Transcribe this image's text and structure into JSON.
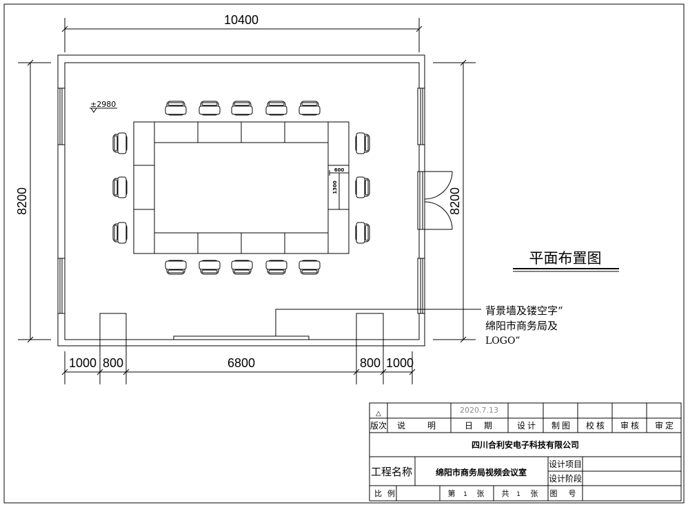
{
  "dimensions": {
    "top_total": "10400",
    "left_height": "8200",
    "right_height": "8200",
    "bottom": [
      "1000",
      "800",
      "6800",
      "800",
      "1000"
    ]
  },
  "elevation": "±2980",
  "table": {
    "width_label": "600",
    "length_label": "1300"
  },
  "plan_title": "平面布置图",
  "annotation": {
    "lines": [
      "背景墙及镂空字“",
      "绵阳市商务局及",
      "LOGO”"
    ]
  },
  "title_block": {
    "revision_mark": "△",
    "date_value": "2020.7.13",
    "headers": [
      "版次",
      "说",
      "明",
      "日",
      "期",
      "设",
      "计",
      "制",
      "图",
      "校",
      "核",
      "审",
      "核",
      "审",
      "定"
    ],
    "company": "四川合利安电子科技有限公司",
    "project_label": "工程名称",
    "project_name": "绵阳市商务局视频会议室",
    "design_item": "设计项目",
    "design_stage": "设计阶段",
    "scale_label": [
      "比",
      "例"
    ],
    "sheet": [
      "第",
      "1",
      "张"
    ],
    "total": [
      "共",
      "1",
      "张"
    ],
    "drawing_no": [
      "图",
      "号"
    ]
  },
  "colors": {
    "line": "#000000",
    "date_text": "#8a8a8a"
  }
}
